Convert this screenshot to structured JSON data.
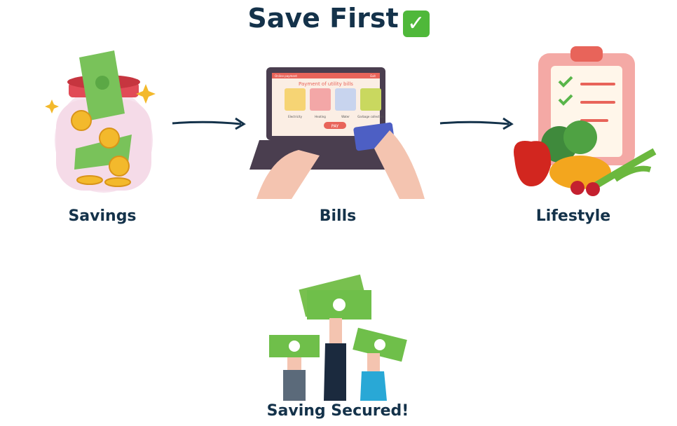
{
  "title": "Save First",
  "title_icon": "check-mark-button-icon",
  "steps": [
    {
      "label": "Savings",
      "icon": "piggy-jar-icon"
    },
    {
      "label": "Bills",
      "icon": "laptop-bill-payment-icon"
    },
    {
      "label": "Lifestyle",
      "icon": "vegetables-checklist-icon"
    }
  ],
  "final": {
    "label": "Saving Secured!",
    "icon": "hands-holding-cash-icon"
  },
  "laptop_screen": {
    "header": "Online payment",
    "exit": "Exit",
    "heading": "Payment of utility bills",
    "options": [
      "Electricity",
      "Heating",
      "Water",
      "Garbage collection"
    ],
    "pay_button": "PAY"
  },
  "colors": {
    "heading": "#14324a",
    "check": "#4fb83a",
    "money": "#6fbf4a",
    "accent": "#e85c5c"
  }
}
